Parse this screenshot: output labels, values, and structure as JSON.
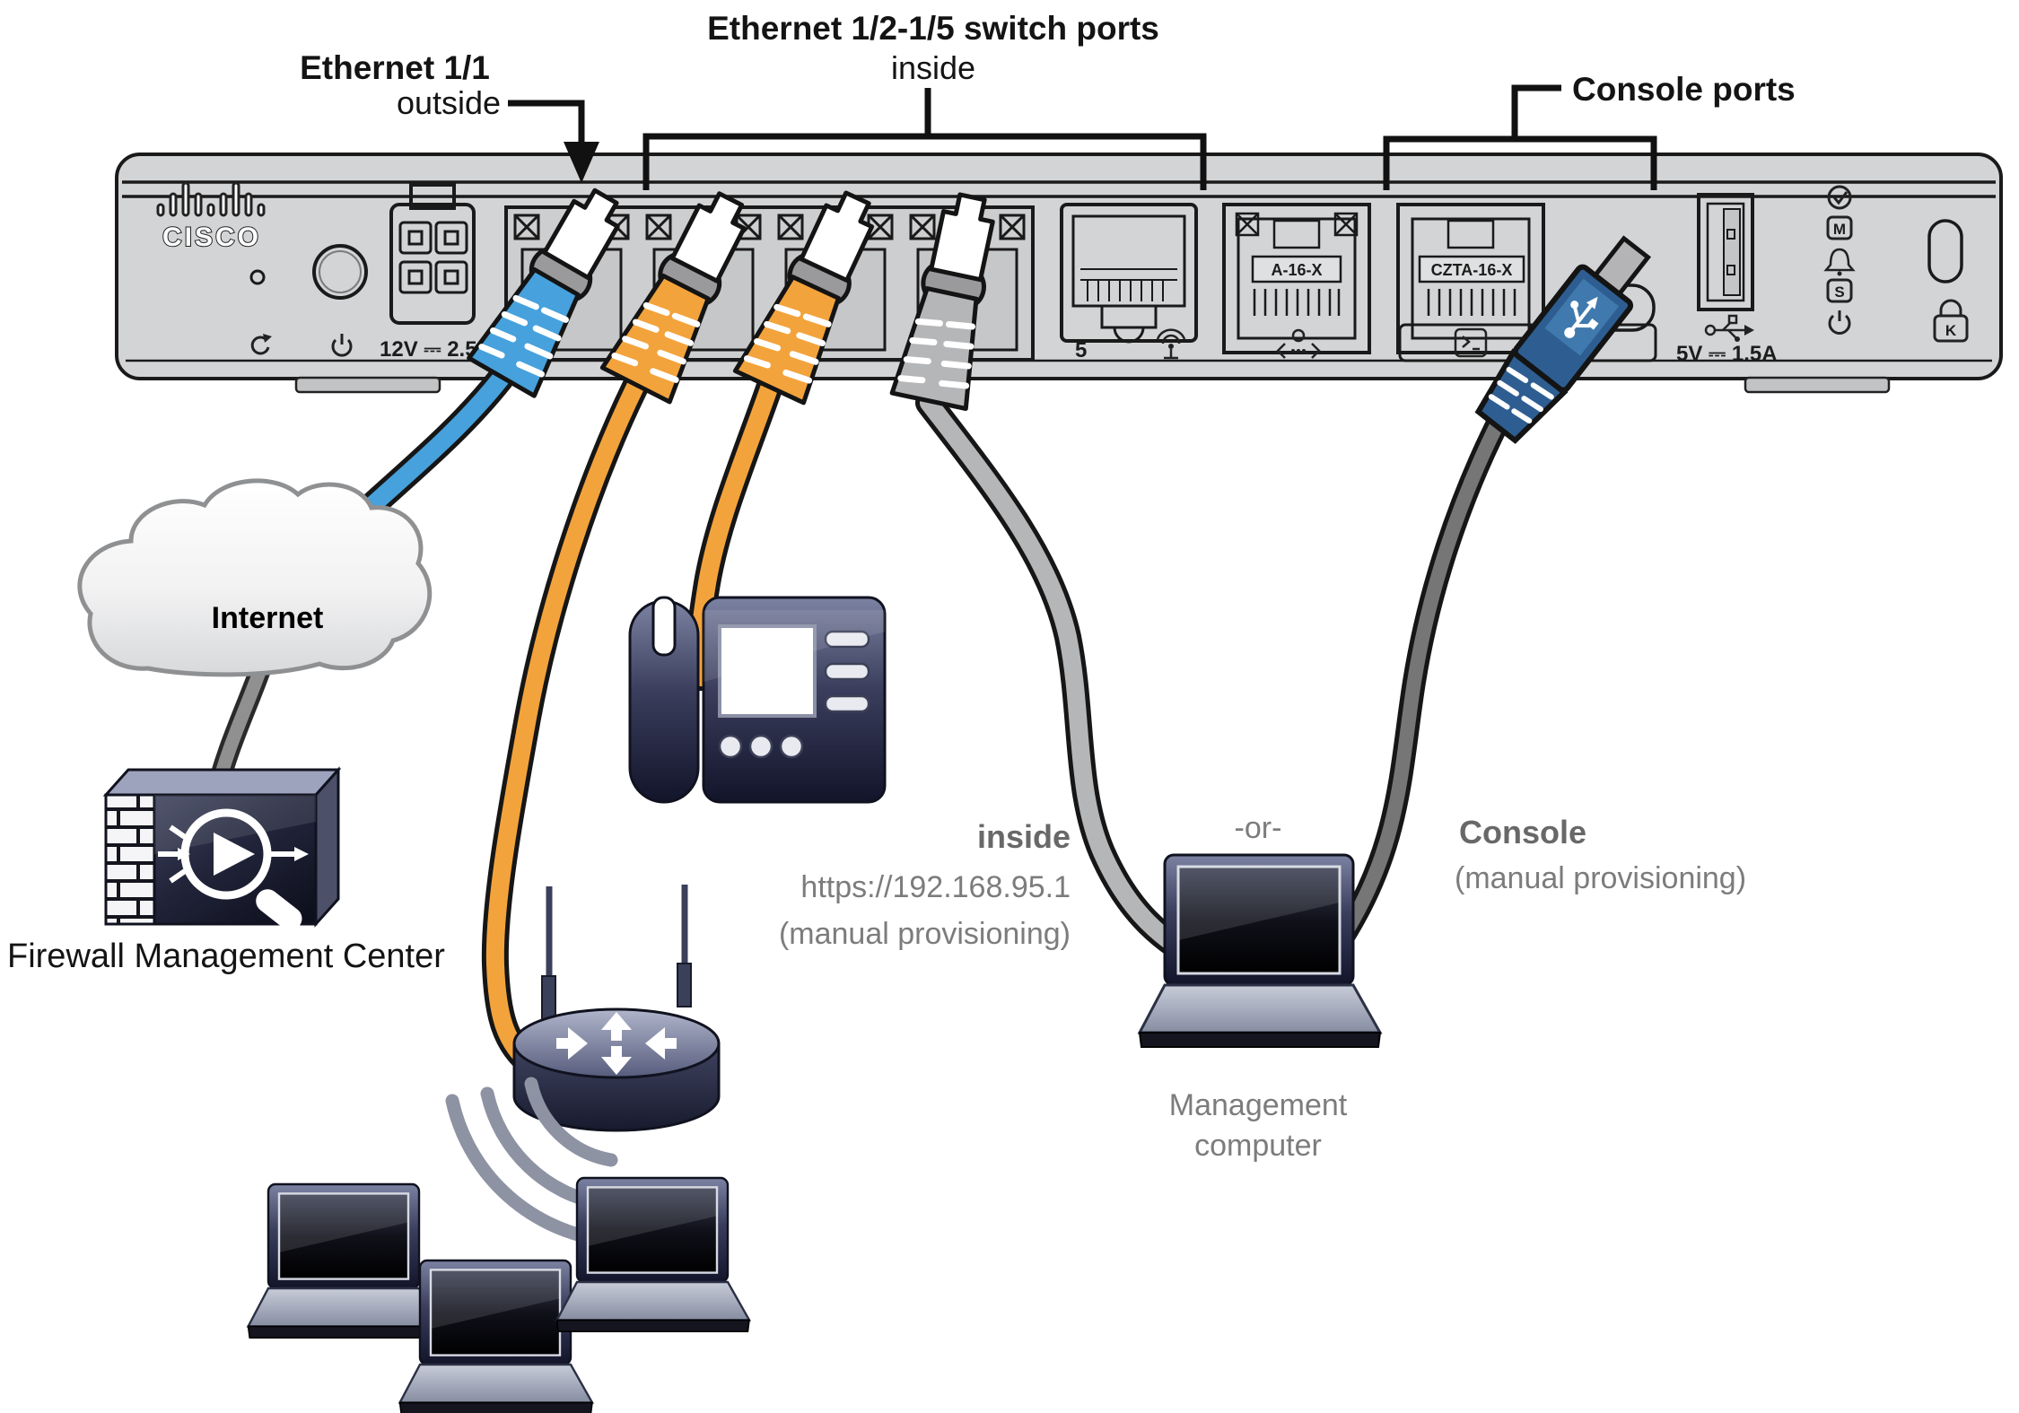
{
  "annotations": {
    "ethernet11": {
      "title": "Ethernet 1/1",
      "subtitle": "outside"
    },
    "switchPorts": {
      "title": "Ethernet 1/2-1/5 switch ports",
      "subtitle": "inside"
    },
    "consolePorts": {
      "title": "Console ports"
    },
    "internet": {
      "label": "Internet"
    },
    "fmc": {
      "label": "Firewall Management Center"
    },
    "insidePath": {
      "label": "inside",
      "url": "https://192.168.95.1",
      "note": "(manual provisioning)"
    },
    "divider": {
      "label": "-or-"
    },
    "consolePath": {
      "label": "Console",
      "note": "(manual provisioning)"
    },
    "managementComputer": {
      "line1": "Management",
      "line2": "computer"
    }
  },
  "device": {
    "brand": "CISCO",
    "powerRating": "12V ⎓ 2.5",
    "sfpPortNumber": "5",
    "mgmtPortLabel": "A-16-X",
    "consolePortLabel": "CZTA-16-X",
    "usbRating": "5V ⎓ 1.5A",
    "ledM": "M",
    "ledS": "S",
    "lockK": "K"
  },
  "colors": {
    "outsideCable": "#47a1dc",
    "insideOrange": "#f3a33c",
    "insideGray": "#b5b6b8",
    "consoleCable": "#767676",
    "consolePlug": "#2e5e91",
    "annotationGray": "#7c7c7c"
  }
}
